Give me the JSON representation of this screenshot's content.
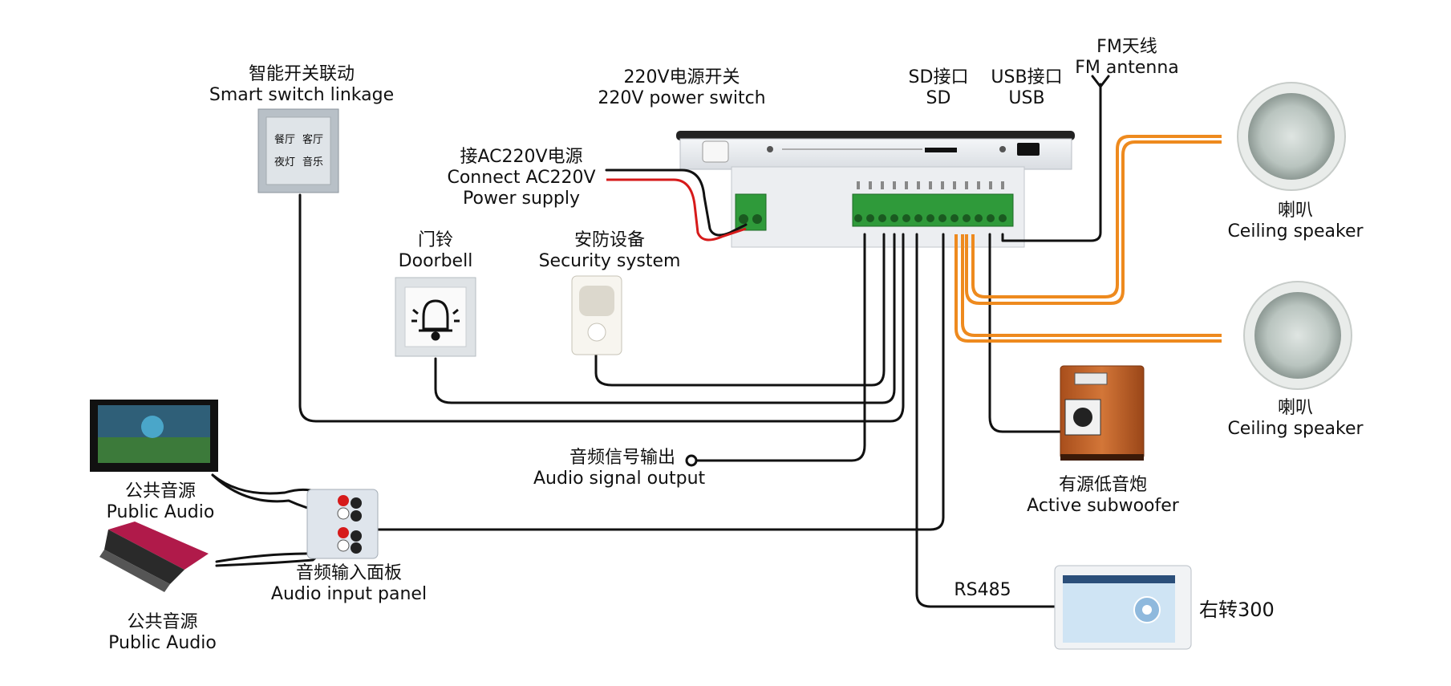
{
  "labels": {
    "smart_switch": {
      "zh": "智能开关联动",
      "en": "Smart switch linkage"
    },
    "switch_buttons": [
      "餐厅",
      "客厅",
      "夜灯",
      "音乐"
    ],
    "power_switch": {
      "zh": "220V电源开关",
      "en": "220V power switch"
    },
    "sd": {
      "zh": "SD接口",
      "en": "SD"
    },
    "usb": {
      "zh": "USB接口",
      "en": "USB"
    },
    "fm": {
      "zh": "FM天线",
      "en": "FM antenna"
    },
    "ac_power": {
      "zh": "接AC220V电源",
      "en1": "Connect AC220V",
      "en2": "Power supply"
    },
    "doorbell": {
      "zh": "门铃",
      "en": "Doorbell"
    },
    "security": {
      "zh": "安防设备",
      "en": "Security system"
    },
    "speaker_1": {
      "zh": "喇叭",
      "en": "Ceiling speaker"
    },
    "speaker_2": {
      "zh": "喇叭",
      "en": "Ceiling speaker"
    },
    "subwoofer": {
      "zh": "有源低音炮",
      "en": "Active subwoofer"
    },
    "audio_out": {
      "zh": "音频信号输出",
      "en": "Audio signal output"
    },
    "public_audio_1": {
      "zh": "公共音源",
      "en": "Public Audio"
    },
    "public_audio_2": {
      "zh": "公共音源",
      "en": "Public Audio"
    },
    "audio_input_panel": {
      "zh": "音频输入面板",
      "en": "Audio input panel"
    },
    "rs485": "RS485",
    "controller": "右转300"
  },
  "colors": {
    "wire": "#111111",
    "power_red": "#d61a1a",
    "speaker_wire": "#ee8a1e",
    "terminal_green": "#2f9a3a",
    "subwoofer_wood": "#c8662a"
  }
}
